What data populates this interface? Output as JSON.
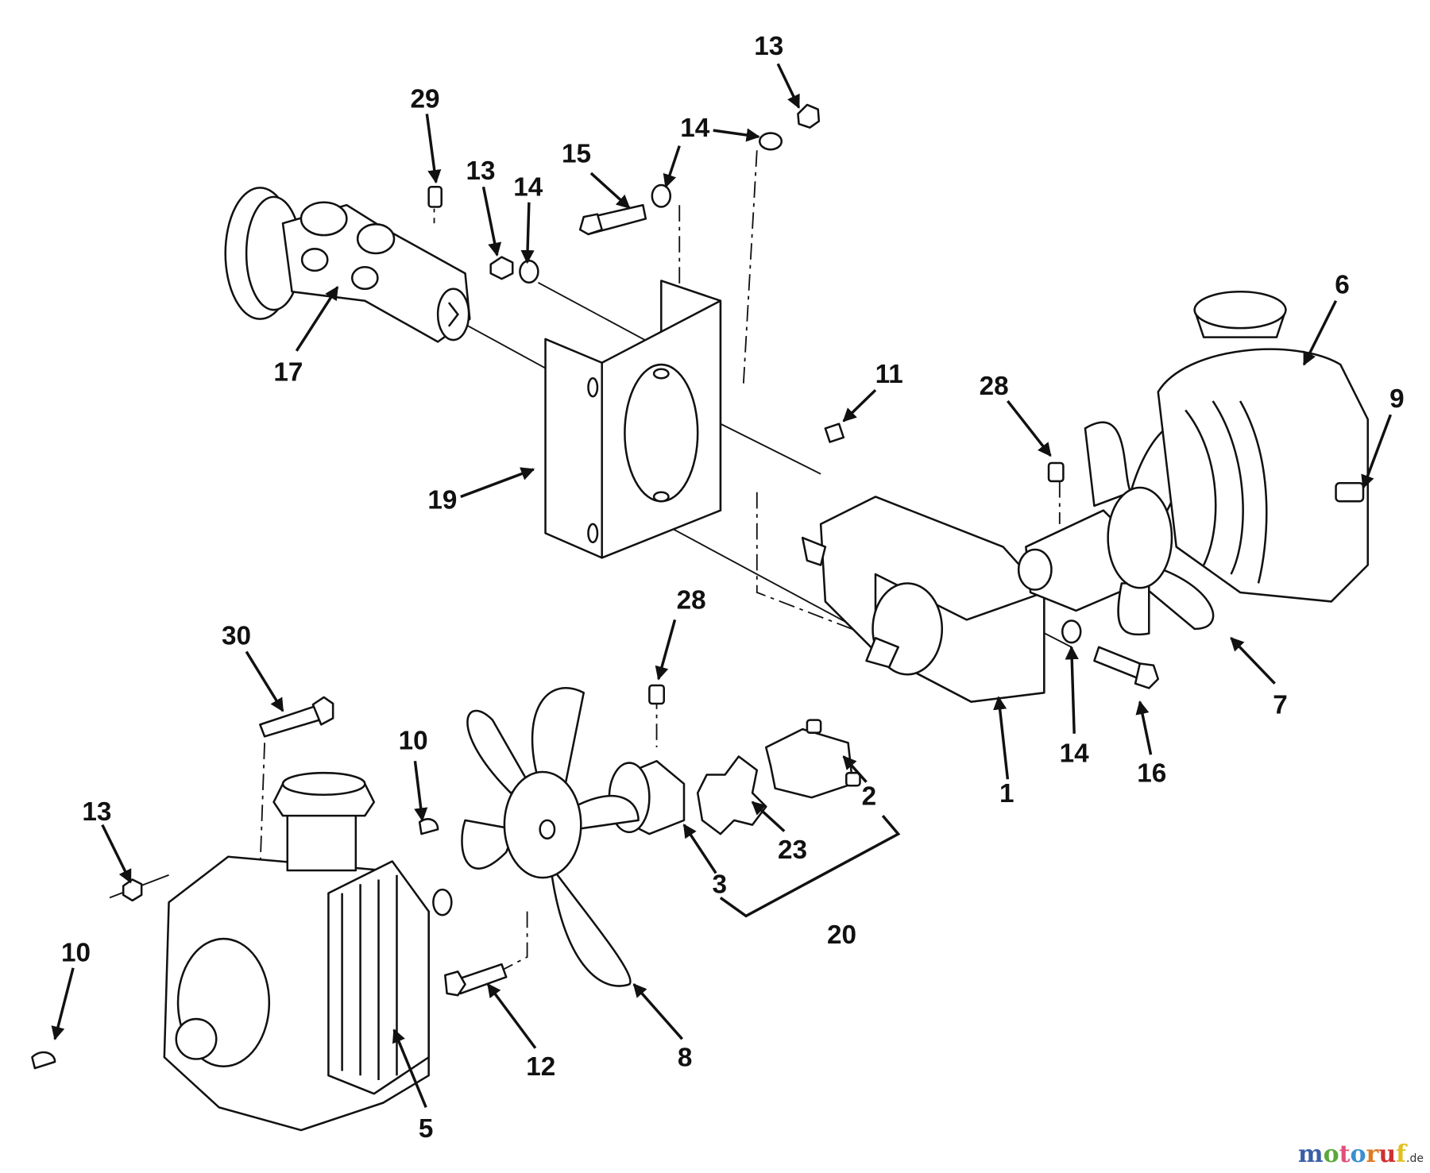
{
  "diagram": {
    "type": "exploded parts diagram",
    "callouts": [
      {
        "number": "13"
      },
      {
        "number": "29"
      },
      {
        "number": "14"
      },
      {
        "number": "15"
      },
      {
        "number": "13"
      },
      {
        "number": "14"
      },
      {
        "number": "17"
      },
      {
        "number": "6"
      },
      {
        "number": "11"
      },
      {
        "number": "28"
      },
      {
        "number": "9"
      },
      {
        "number": "19"
      },
      {
        "number": "28"
      },
      {
        "number": "30"
      },
      {
        "number": "7"
      },
      {
        "number": "1"
      },
      {
        "number": "14"
      },
      {
        "number": "16"
      },
      {
        "number": "10"
      },
      {
        "number": "2"
      },
      {
        "number": "23"
      },
      {
        "number": "13"
      },
      {
        "number": "3"
      },
      {
        "number": "20"
      },
      {
        "number": "10"
      },
      {
        "number": "12"
      },
      {
        "number": "8"
      },
      {
        "number": "5"
      }
    ]
  },
  "watermark": {
    "text": "motoruf",
    "suffix": ".de",
    "colors": [
      "#3a5fa8",
      "#5aa83a",
      "#e0507a",
      "#3a8fd0",
      "#e07a20",
      "#d03030",
      "#e0c020"
    ]
  }
}
